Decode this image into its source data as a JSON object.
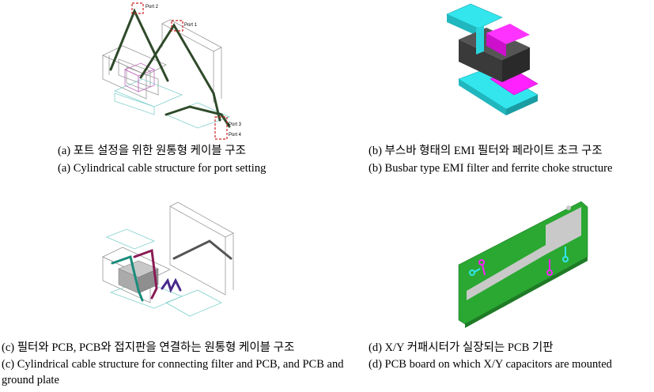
{
  "panels": [
    {
      "id": "a",
      "ports": [
        "Port 2",
        "Port 1",
        "Port 3",
        "Port 4"
      ],
      "caption_ko": "(a) 포트 설정을 위한 원통형 케이블 구조",
      "caption_en": "(a) Cylindrical cable structure for port setting"
    },
    {
      "id": "b",
      "caption_ko": "(b) 부스바 형태의 EMI 필터와 페라이트 초크 구조",
      "caption_en": "(b) Busbar type EMI filter and ferrite choke structure"
    },
    {
      "id": "c",
      "caption_ko": "(c) 필터와 PCB, PCB와 접지판을 연결하는 원통형 케이블 구조",
      "caption_en": "(c) Cylindrical cable structure for connecting filter and PCB, and PCB and ground plate"
    },
    {
      "id": "d",
      "caption_ko": "(d) X/Y 커패시터가 실장되는 PCB 기판",
      "caption_en": "(d) PCB board on which X/Y capacitors are mounted"
    }
  ],
  "colors": {
    "cable_dark_green": "#2f4a2a",
    "cyan": "#33e6ee",
    "magenta": "#ff22ff",
    "core_gray": "#3a3a3a",
    "pcb_green": "#2aa832",
    "port_box_red": "#cc2222",
    "teal_cable": "#1a8c7a",
    "wine_cable": "#8a1a55"
  }
}
